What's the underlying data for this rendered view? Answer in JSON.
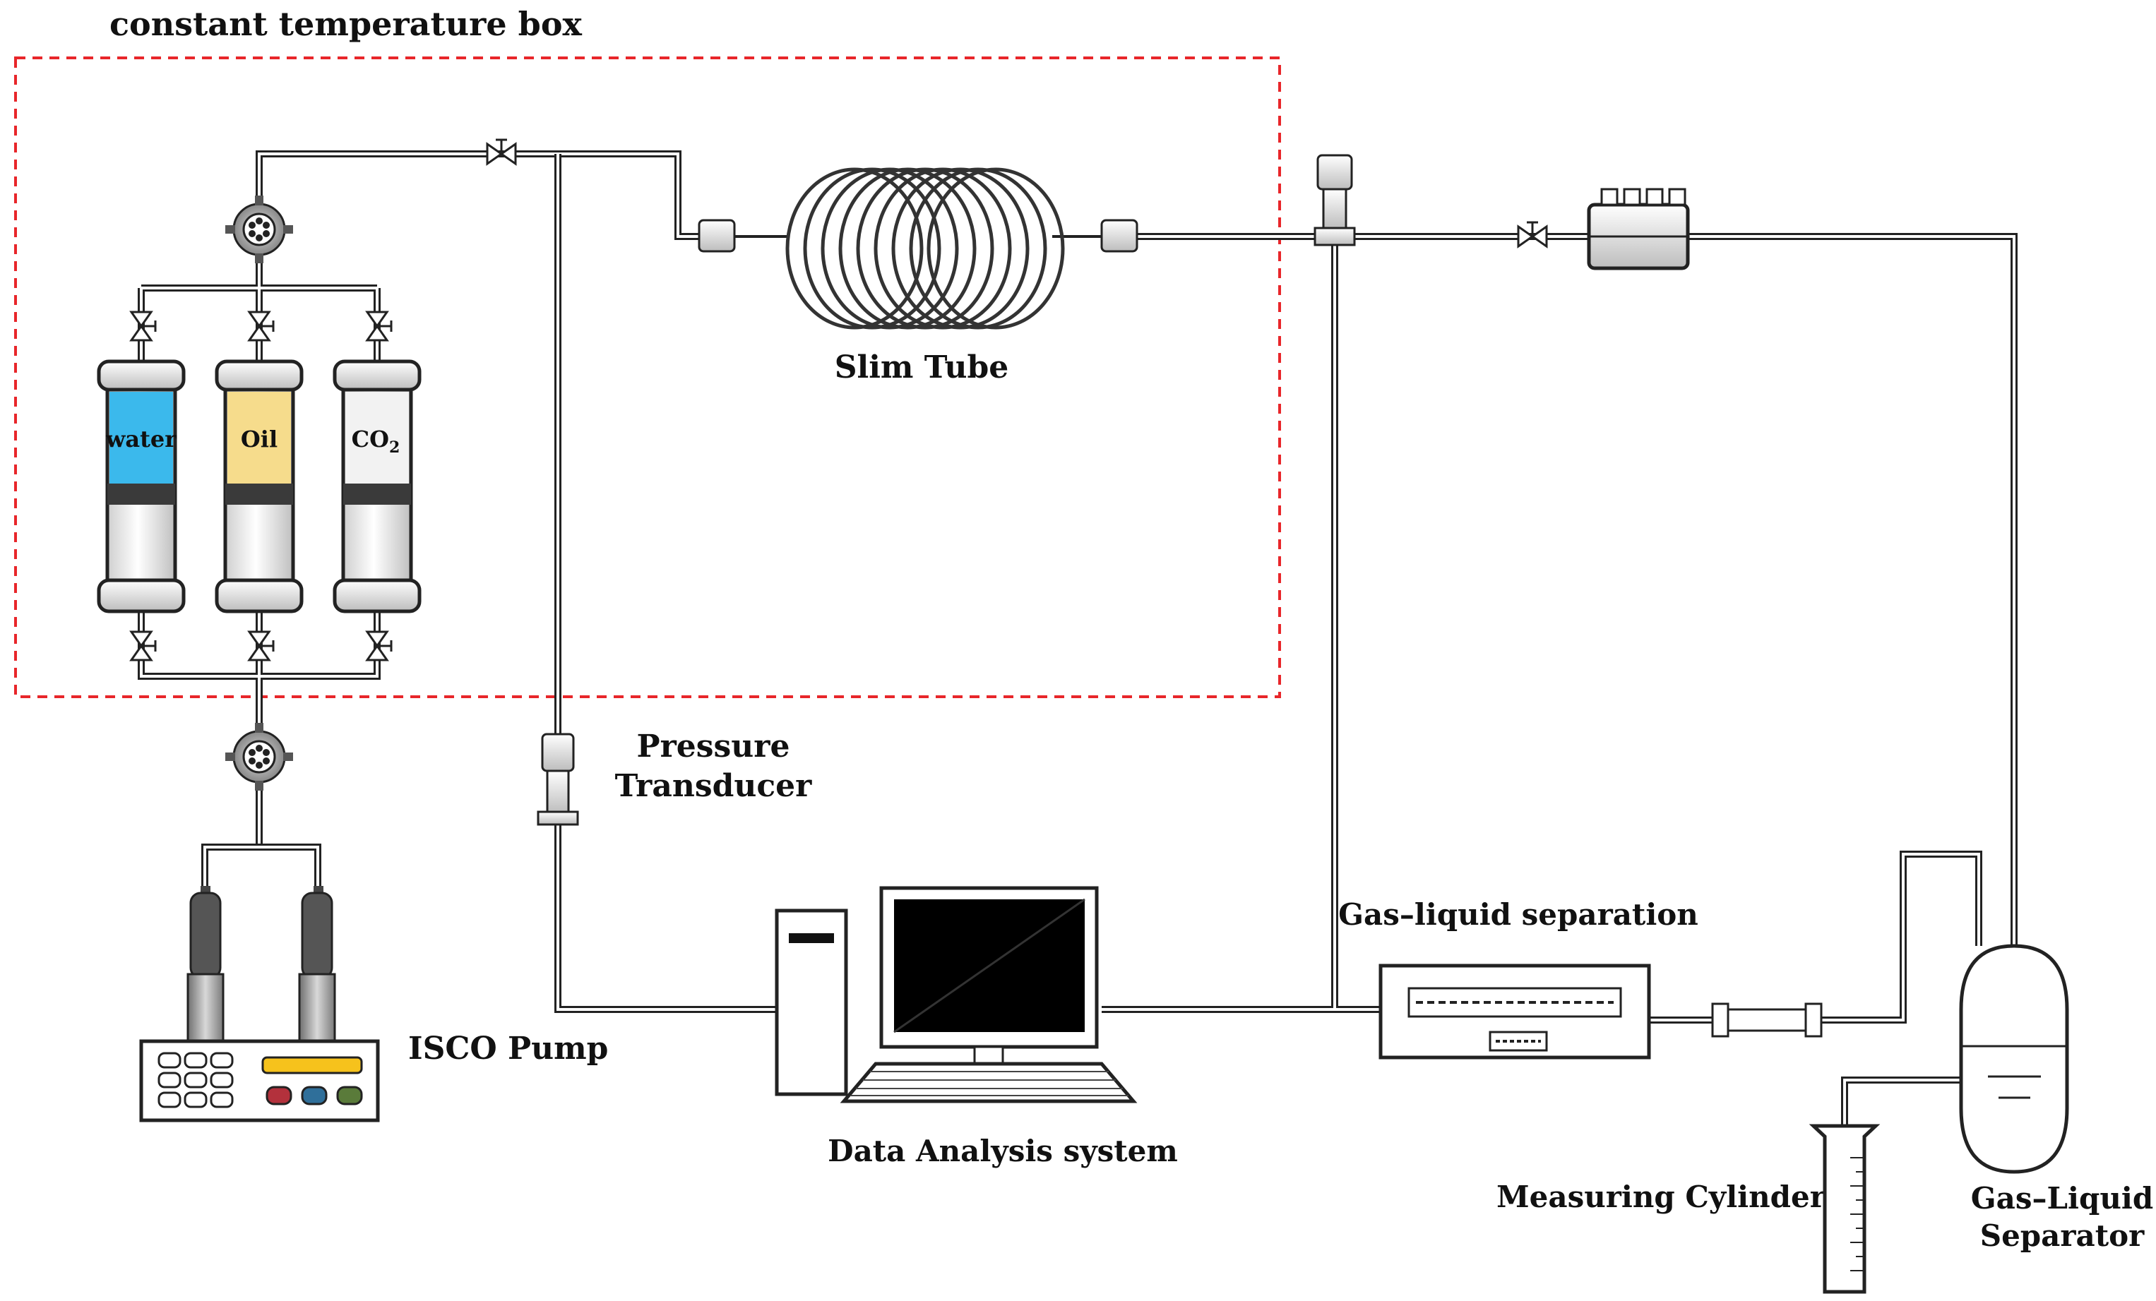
{
  "labels": {
    "box_title": "constant temperature box",
    "slim_tube": "Slim Tube",
    "pressure_transducer_line1": "Pressure",
    "pressure_transducer_line2": "Transducer",
    "isco_pump": "ISCO Pump",
    "data_analysis": "Data Analysis system",
    "gas_liquid_separation": "Gas–liquid separation",
    "measuring_cylinder": "Measuring Cylinder",
    "separator_line1": "Gas–Liquid",
    "separator_line2": "Separator"
  },
  "cylinders": [
    {
      "label": "water",
      "color": "#3bb9ec"
    },
    {
      "label": "Oil",
      "color": "#f6dc8c"
    },
    {
      "label": "CO",
      "subscript": "2",
      "color": "#f2f2f2"
    }
  ],
  "colors": {
    "box_border": "#e8262a",
    "pump_display": "#f6c21c",
    "pump_button_red": "#b3313c",
    "pump_button_blue": "#2f6f9a",
    "pump_button_green": "#5a7b3a",
    "pump_rod": "#555555",
    "monitor_screen": "#000000"
  }
}
